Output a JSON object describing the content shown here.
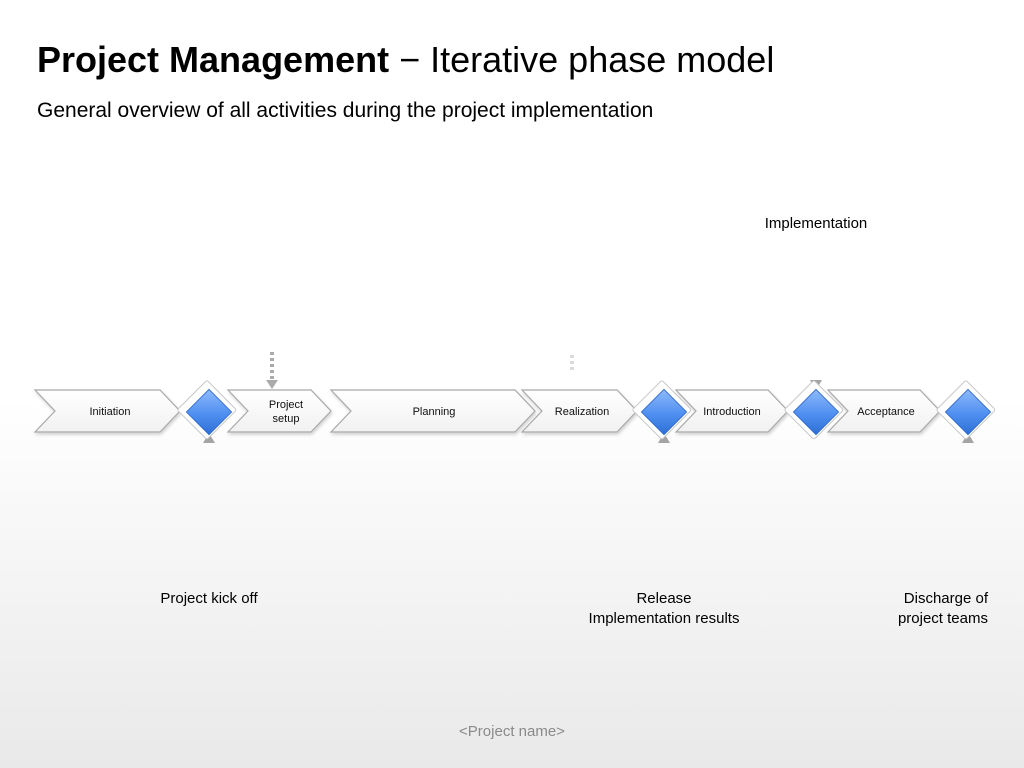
{
  "header": {
    "title_bold": "Project Management",
    "title_separator": " − ",
    "title_rest": "Iterative phase model",
    "subtitle": "General overview of all activities during the project implementation"
  },
  "phases": [
    {
      "id": "initiation",
      "label": "Initiation"
    },
    {
      "id": "project-setup",
      "label": "Project setup",
      "lines": [
        "Project",
        "setup"
      ]
    },
    {
      "id": "planning",
      "label": "Planning"
    },
    {
      "id": "realization",
      "label": "Realization"
    },
    {
      "id": "introduction",
      "label": "Introduction"
    },
    {
      "id": "acceptance",
      "label": "Acceptance"
    }
  ],
  "milestones": {
    "kickoff": {
      "lines": [
        "Project kick off"
      ]
    },
    "release": {
      "lines": [
        "Release",
        "Implementation results"
      ]
    },
    "implementation": {
      "lines": [
        "Implementation"
      ]
    },
    "discharge": {
      "lines": [
        "Discharge of",
        "project teams"
      ]
    }
  },
  "colors": {
    "milestone": "#4f8ff0",
    "chevron_stroke": "#a8a8a8",
    "connector": "#b4b4b4"
  },
  "icons": {
    "milestone": "diamond-icon",
    "iteration_loop": "loop-arrow-icon"
  },
  "footer": {
    "project_name": "<Project name>"
  }
}
